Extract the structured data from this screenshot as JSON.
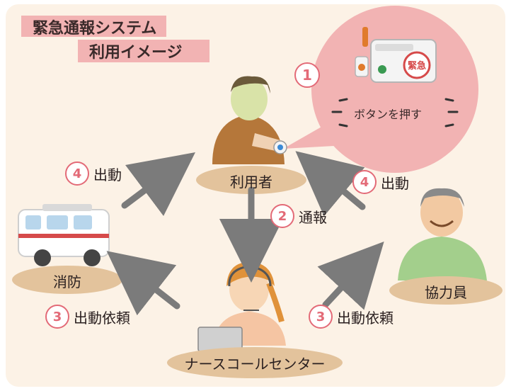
{
  "title": {
    "line1": "緊急通報システム",
    "line2": "利用イメージ"
  },
  "bubble": {
    "number": "1",
    "text": "ボタンを押す",
    "device_label": "緊急"
  },
  "nodes": {
    "user": "利用者",
    "fire": "消防",
    "helper": "協力員",
    "center": "ナースコールセンター"
  },
  "steps": {
    "dispatch_fire": {
      "number": "4",
      "text": "出動"
    },
    "dispatch_helper": {
      "number": "4",
      "text": "出動"
    },
    "report": {
      "number": "2",
      "text": "通報"
    },
    "request_fire": {
      "number": "3",
      "text": "出動依頼"
    },
    "request_helper": {
      "number": "3",
      "text": "出動依頼"
    }
  },
  "colors": {
    "accent": "#e36a77",
    "bubble": "#f2b3b3",
    "pill": "#e3c39c",
    "arrow": "#7b7b7b"
  }
}
